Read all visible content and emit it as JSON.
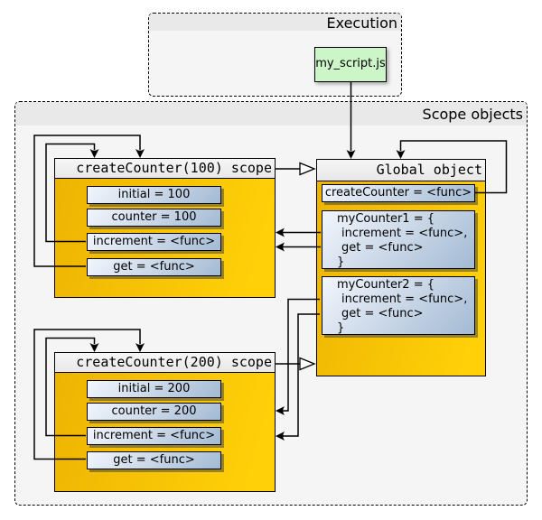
{
  "colors": {
    "panel_bg": "#f5f5f5",
    "panel_band": "#e9e9e9",
    "gold_start": "#edb302",
    "gold_end": "#ffd008",
    "header_top": "#f6f6f6",
    "header_bottom": "#e8e8e8",
    "blue_start": "#f2f6fd",
    "blue_end": "#a3bad4",
    "green": "#ccf5c8",
    "line": "#000000"
  },
  "execution": {
    "title": "Execution",
    "script_label": "my_script.js"
  },
  "scope_objects": {
    "title": "Scope objects",
    "scope100": {
      "header": "createCounter(100) scope",
      "vars": [
        "initial = 100",
        "counter = 100",
        "increment = <func>",
        "get = <func>"
      ]
    },
    "scope200": {
      "header": "createCounter(200) scope",
      "vars": [
        "initial = 200",
        "counter = 200",
        "increment = <func>",
        "get = <func>"
      ]
    },
    "global_object": {
      "header": "Global object",
      "create_counter": "createCounter = <func>",
      "my_counter1": {
        "lines": [
          "myCounter1 = {",
          "increment = <func>,",
          "get = <func>",
          "}"
        ]
      },
      "my_counter2": {
        "lines": [
          "myCounter2 = {",
          "increment = <func>,",
          "get = <func>",
          "}"
        ]
      }
    }
  }
}
